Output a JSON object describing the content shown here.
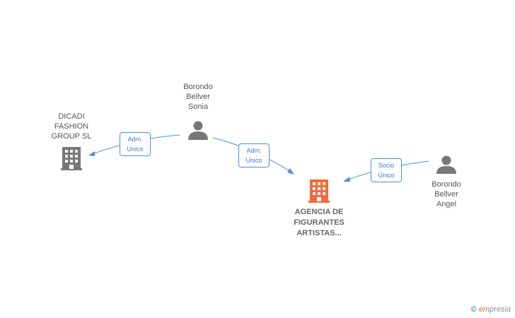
{
  "nodes": {
    "sonia": {
      "label": "Borondo\nBellver\nSonia",
      "kind": "person"
    },
    "angel": {
      "label": "Borondo\nBellver\nAngel",
      "kind": "person"
    },
    "dicadi": {
      "label": "DICADI\nFASHION\nGROUP  SL",
      "kind": "company"
    },
    "agencia": {
      "label": "AGENCIA DE\nFIGURANTES\nARTISTAS...",
      "kind": "company-main"
    }
  },
  "edges": {
    "sonia_dicadi": "Adm.\nUnico",
    "sonia_agencia": "Adm.\nUnico",
    "angel_agencia": "Socio\nÚnico"
  },
  "colors": {
    "person": "#777777",
    "company": "#777777",
    "company_main": "#f26a3a",
    "edge": "#4a90d9"
  },
  "brand": {
    "symbol": "©",
    "name": "mpresia",
    "initial": "e"
  }
}
